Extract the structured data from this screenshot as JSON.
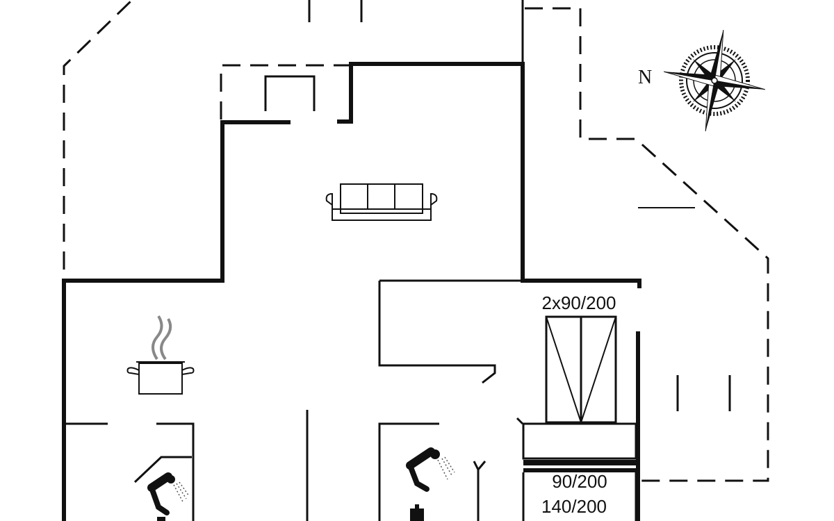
{
  "compass": {
    "north_label": "N"
  },
  "beds": [
    {
      "label": "2x90/200"
    },
    {
      "label": "90/200"
    },
    {
      "label": "140/200"
    }
  ],
  "icons": {
    "sofa": "sofa-icon",
    "cooking_pot": "cooking-pot-icon",
    "shower_left": "shower-icon",
    "shower_right": "shower-icon",
    "compass": "compass-rose-icon"
  },
  "colors": {
    "line": "#111111",
    "background": "#ffffff",
    "secondary": "#888888"
  }
}
